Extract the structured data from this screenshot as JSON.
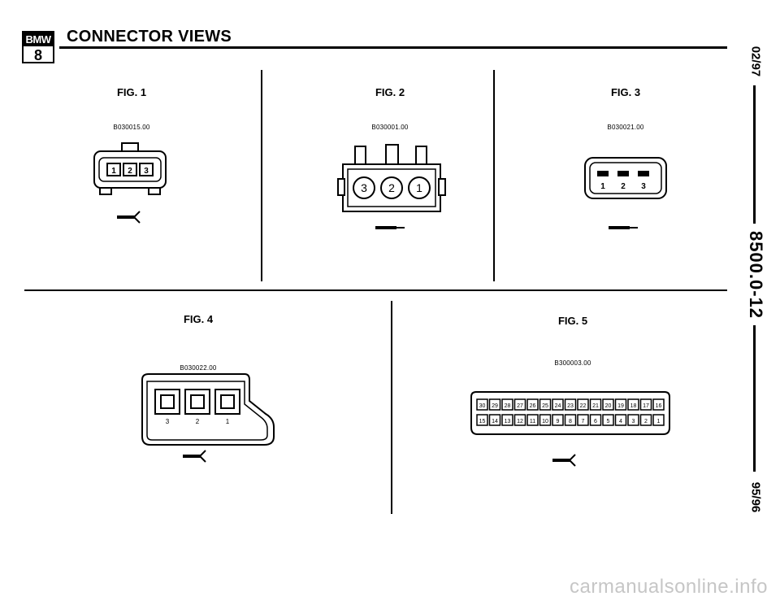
{
  "header": {
    "logo_text": "BMW",
    "logo_series": "8",
    "title": "CONNECTOR VIEWS"
  },
  "margin": {
    "date": "02/97",
    "code": "8500.0-12",
    "model_years": "95/96"
  },
  "figures": [
    {
      "label": "FIG. 1",
      "code": "B030015.00",
      "pins": [
        "1",
        "2",
        "3"
      ]
    },
    {
      "label": "FIG. 2",
      "code": "B030001.00",
      "pins": [
        "3",
        "2",
        "1"
      ]
    },
    {
      "label": "FIG. 3",
      "code": "B030021.00",
      "pins": [
        "1",
        "2",
        "3"
      ]
    },
    {
      "label": "FIG. 4",
      "code": "B030022.00",
      "pins": [
        "3",
        "2",
        "1"
      ]
    },
    {
      "label": "FIG. 5",
      "code": "B300003.00",
      "top_row_pins": [
        "30",
        "29",
        "28",
        "27",
        "26",
        "25",
        "24",
        "23",
        "22",
        "21",
        "20",
        "19",
        "18",
        "17",
        "16"
      ],
      "bottom_row_pins": [
        "15",
        "14",
        "13",
        "12",
        "11",
        "10",
        "9",
        "8",
        "7",
        "6",
        "5",
        "4",
        "3",
        "2",
        "1"
      ]
    }
  ],
  "watermark": "carmanualsonline.info"
}
